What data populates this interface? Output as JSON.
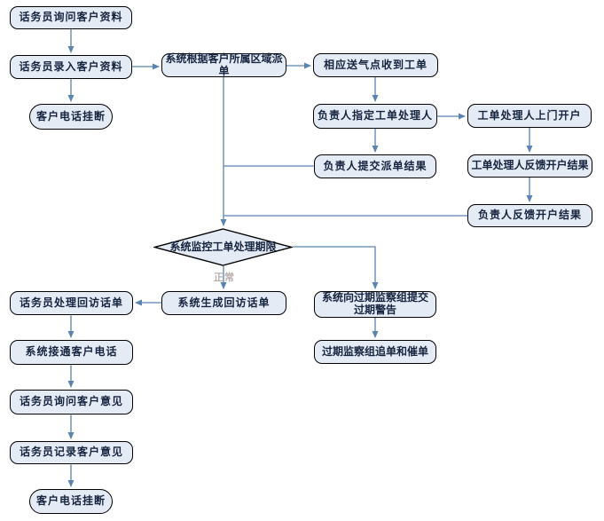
{
  "diagram": {
    "type": "flowchart",
    "colors": {
      "background": "#ffffff",
      "node_fill": "#e4ebf5",
      "node_border": "#000000",
      "connector": "#5b84b1",
      "text": "#16243f",
      "branch_label": "#b9b0ae"
    },
    "nodes": [
      {
        "id": "operator-asks-customer-info",
        "shape": "process",
        "label": "话务员询问客户资料"
      },
      {
        "id": "operator-enters-customer-info",
        "shape": "process",
        "label": "话务员录入客户资料"
      },
      {
        "id": "customer-call-hangup-top",
        "shape": "terminator",
        "label": "客户电话挂断"
      },
      {
        "id": "system-dispatch-by-region",
        "shape": "process",
        "label": "系统根据客户所属区域派单"
      },
      {
        "id": "gas-point-receives-work-order",
        "shape": "process",
        "label": "相应送气点收到工单"
      },
      {
        "id": "leader-assigns-order-handler",
        "shape": "process",
        "label": "负责人指定工单处理人"
      },
      {
        "id": "handler-onsite-account-opening",
        "shape": "process",
        "label": "工单处理人上门开户"
      },
      {
        "id": "leader-submits-dispatch-result",
        "shape": "process",
        "label": "负责人提交派单结果"
      },
      {
        "id": "handler-feedback-opening-result",
        "shape": "process",
        "label": "工单处理人反馈开户结果"
      },
      {
        "id": "leader-feedback-opening-result",
        "shape": "process",
        "label": "负责人反馈开户结果"
      },
      {
        "id": "system-monitors-order-deadline",
        "shape": "decision",
        "label": "系统监控工单处理期限"
      },
      {
        "id": "system-generates-callback-sheet",
        "shape": "process",
        "label": "系统生成回访话单"
      },
      {
        "id": "system-submits-overdue-warning",
        "shape": "process",
        "label": "系统向过期监察组提交过期警告"
      },
      {
        "id": "overdue-team-chase-and-urge-orders",
        "shape": "process",
        "label": "过期监察组追单和催单"
      },
      {
        "id": "operator-handles-callback-sheet",
        "shape": "process",
        "label": "话务员处理回访话单"
      },
      {
        "id": "system-connects-customer-call",
        "shape": "process",
        "label": "系统接通客户电话"
      },
      {
        "id": "operator-asks-customer-opinion",
        "shape": "process",
        "label": "话务员询问客户意见"
      },
      {
        "id": "operator-records-customer-opinion",
        "shape": "process",
        "label": "话务员记录客户意见"
      },
      {
        "id": "customer-call-hangup-bottom",
        "shape": "terminator",
        "label": "客户电话挂断"
      }
    ],
    "branch_labels": [
      {
        "id": "normal",
        "label": "正常"
      }
    ]
  }
}
